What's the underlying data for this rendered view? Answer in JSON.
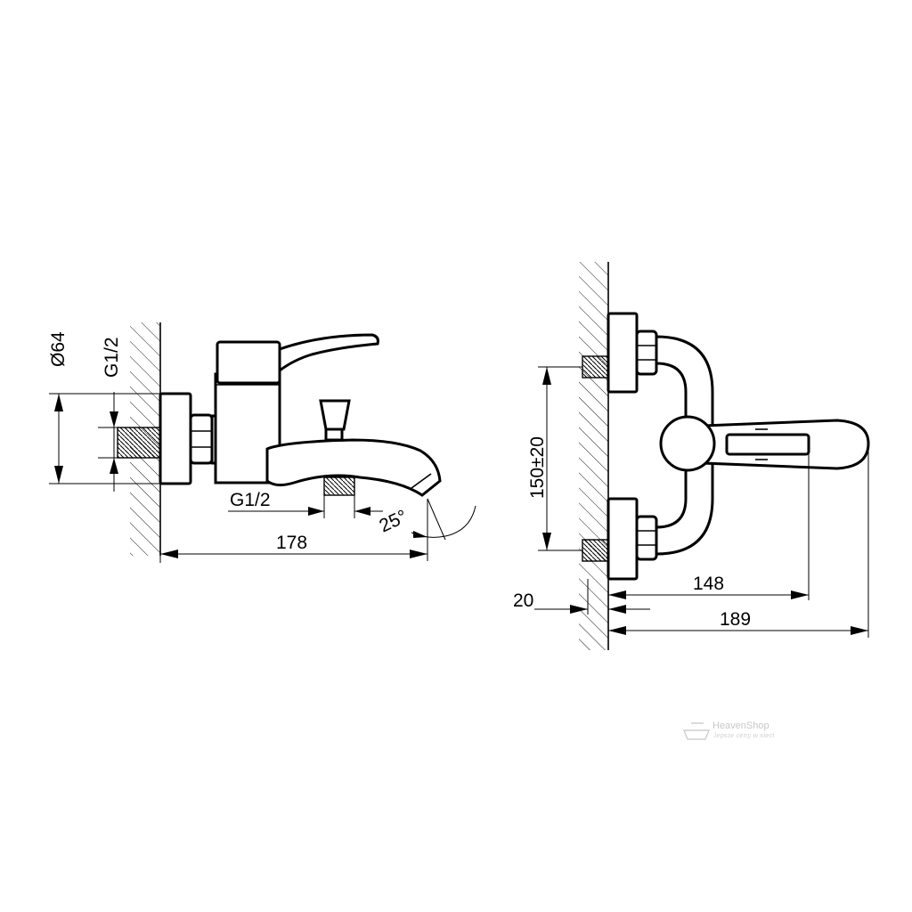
{
  "left_view": {
    "dim_diameter": "Ø64",
    "dim_thread_inlet": "G1/2",
    "dim_thread_outlet": "G1/2",
    "dim_angle": "25°",
    "dim_length": "178"
  },
  "right_view": {
    "dim_centers": "150±20",
    "dim_wall": "20",
    "dim_spout": "148",
    "dim_overall": "189"
  },
  "watermark": {
    "brand": "HeavenShop",
    "tagline": "lepsze ceny w sieci"
  }
}
